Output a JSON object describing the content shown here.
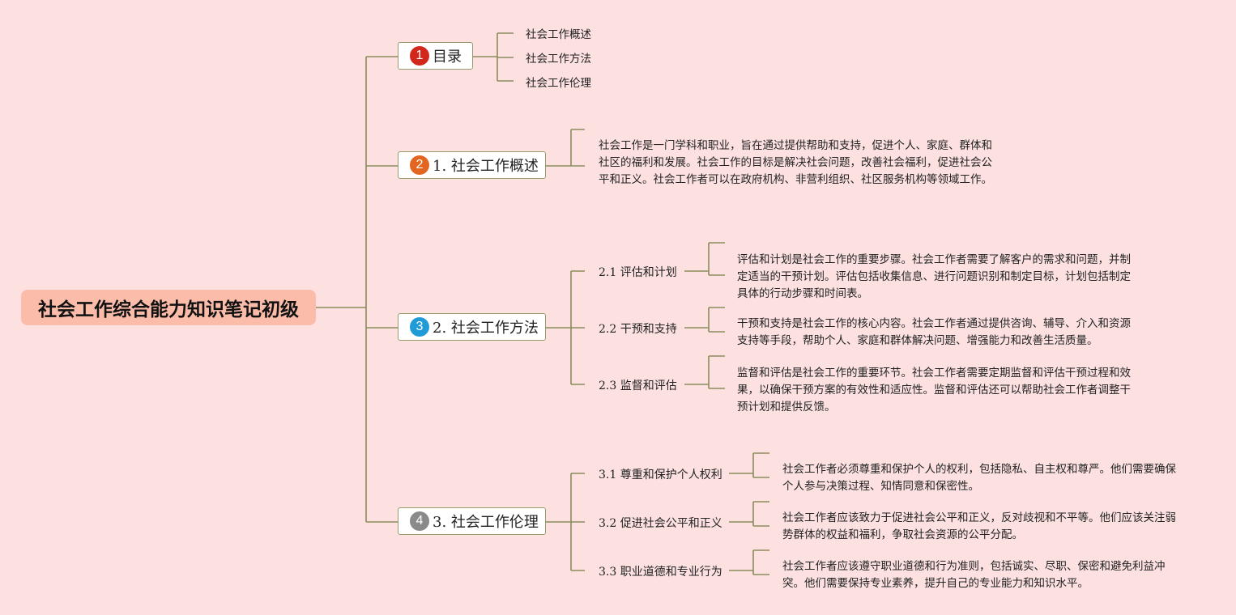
{
  "root": {
    "title": "社会工作综合能力知识笔记初级"
  },
  "colors": {
    "background": "#fde1e1",
    "root": "#fcbcaa",
    "line": "#8c8c5c",
    "badge1": "#d2281b",
    "badge2": "#e2661f",
    "badge3": "#1f9bd7",
    "badge4": "#8a8a8a"
  },
  "branches": [
    {
      "badge": "1",
      "label": "目录",
      "children": [
        "社会工作概述",
        "社会工作方法",
        "社会工作伦理"
      ]
    },
    {
      "badge": "2",
      "label": "1. 社会工作概述",
      "text": "社会工作是一门学科和职业，旨在通过提供帮助和支持，促进个人、家庭、群体和社区的福利和发展。社会工作的目标是解决社会问题，改善社会福利，促进社会公平和正义。社会工作者可以在政府机构、非营利组织、社区服务机构等领域工作。"
    },
    {
      "badge": "3",
      "label": "2. 社会工作方法",
      "children": [
        {
          "label": "2.1 评估和计划",
          "text": "评估和计划是社会工作的重要步骤。社会工作者需要了解客户的需求和问题，并制定适当的干预计划。评估包括收集信息、进行问题识别和制定目标，计划包括制定具体的行动步骤和时间表。"
        },
        {
          "label": "2.2 干预和支持",
          "text": "干预和支持是社会工作的核心内容。社会工作者通过提供咨询、辅导、介入和资源支持等手段，帮助个人、家庭和群体解决问题、增强能力和改善生活质量。"
        },
        {
          "label": "2.3 监督和评估",
          "text": "监督和评估是社会工作的重要环节。社会工作者需要定期监督和评估干预过程和效果，以确保干预方案的有效性和适应性。监督和评估还可以帮助社会工作者调整干预计划和提供反馈。"
        }
      ]
    },
    {
      "badge": "4",
      "label": "3. 社会工作伦理",
      "children": [
        {
          "label": "3.1 尊重和保护个人权利",
          "text": "社会工作者必须尊重和保护个人的权利，包括隐私、自主权和尊严。他们需要确保个人参与决策过程、知情同意和保密性。"
        },
        {
          "label": "3.2 促进社会公平和正义",
          "text": "社会工作者应该致力于促进社会公平和正义，反对歧视和不平等。他们应该关注弱势群体的权益和福利，争取社会资源的公平分配。"
        },
        {
          "label": "3.3 职业道德和专业行为",
          "text": "社会工作者应该遵守职业道德和行为准则，包括诚实、尽职、保密和避免利益冲突。他们需要保持专业素养，提升自己的专业能力和知识水平。"
        }
      ]
    }
  ]
}
